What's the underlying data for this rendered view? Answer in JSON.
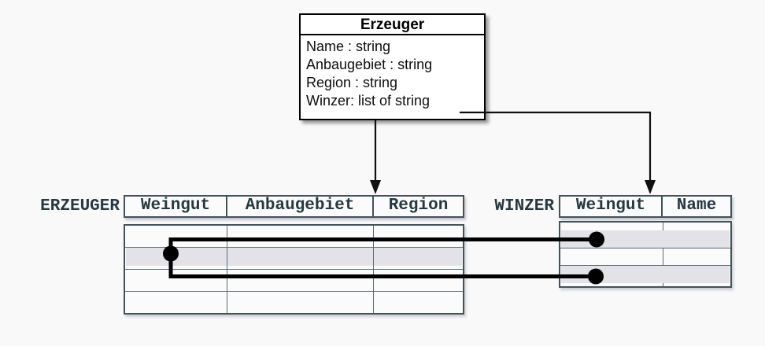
{
  "class_box": {
    "title": "Erzeuger",
    "attributes": [
      "Name : string",
      "Anbaugebiet : string",
      "Region : string",
      "Winzer: list of string"
    ]
  },
  "tables": {
    "erzeuger": {
      "label": "ERZEUGER",
      "columns": [
        "Weingut",
        "Anbaugebiet",
        "Region"
      ],
      "row_count": 4,
      "highlighted_row_index": 2
    },
    "winzer": {
      "label": "WINZER",
      "columns": [
        "Weingut",
        "Name"
      ],
      "row_count": 3,
      "highlighted_row_indexes": [
        1,
        3
      ]
    }
  },
  "connectors": {
    "class_to_erzeuger_table": "arrow-down",
    "winzer_attribute_to_winzer_table": "arrow-right-then-down",
    "row_links": "erzeuger-row2-dot-to-winzer-row1-and-row3-dots"
  },
  "colors": {
    "background": "#f9f9fa",
    "table_border": "#44525a",
    "table_inner_border": "#5d6c74",
    "table_text": "#27383f",
    "row_highlight": "#e2e2e7",
    "connector": "#000000",
    "class_box_border": "#000000"
  }
}
